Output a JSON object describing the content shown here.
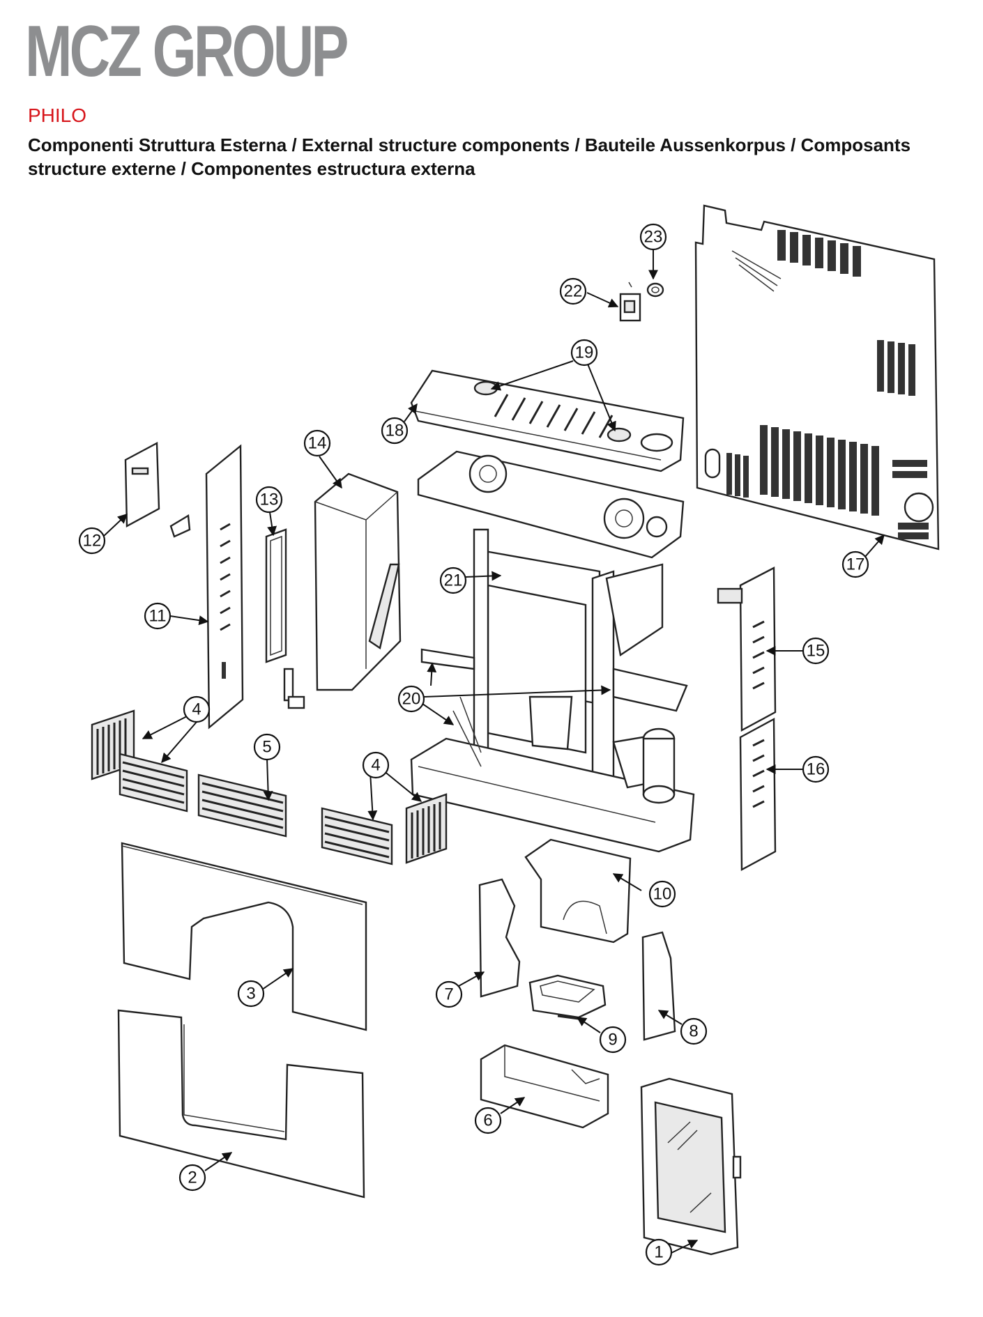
{
  "header": {
    "brand": "MCZ GROUP",
    "model": "PHILO",
    "subtitle": "Componenti Struttura Esterna / External structure components / Bauteile Aussenkorpus / Composants structure externe / Componentes estructura externa"
  },
  "colors": {
    "brand_gray": "#8d8e90",
    "model_red": "#d7141a",
    "line": "#222222"
  },
  "callouts": [
    "1",
    "2",
    "3",
    "4",
    "4",
    "5",
    "6",
    "7",
    "8",
    "9",
    "10",
    "11",
    "12",
    "13",
    "14",
    "15",
    "16",
    "17",
    "18",
    "19",
    "20",
    "21",
    "22",
    "23"
  ]
}
